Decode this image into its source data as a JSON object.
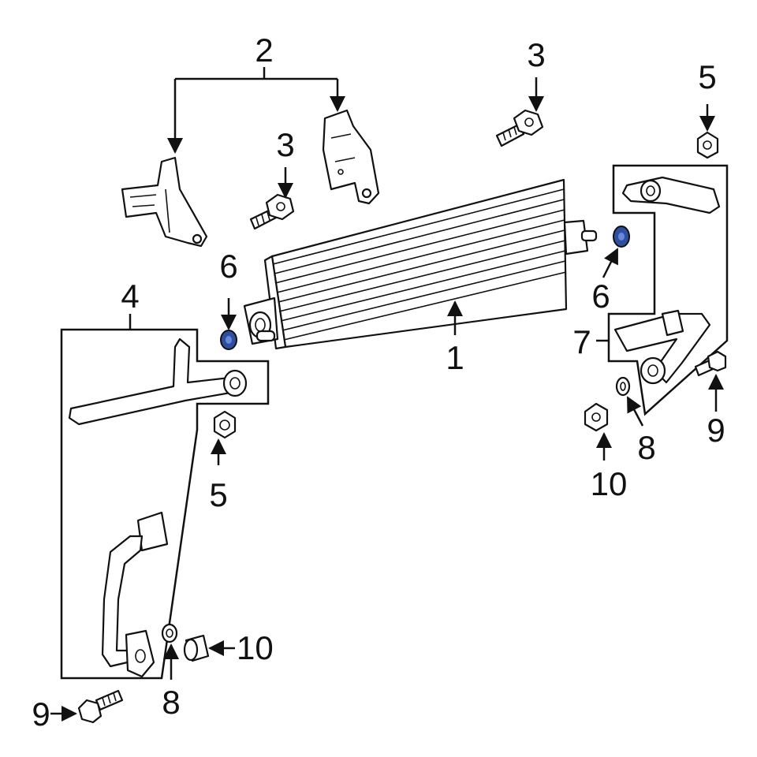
{
  "callouts": {
    "c1": "1",
    "c2": "2",
    "c3a": "3",
    "c3b": "3",
    "c4": "4",
    "c5a": "5",
    "c5b": "5",
    "c6a": "6",
    "c6b": "6",
    "c7": "7",
    "c8a": "8",
    "c8b": "8",
    "c9a": "9",
    "c9b": "9",
    "c10a": "10",
    "c10b": "10"
  },
  "colors": {
    "seal_fill": "#2e4fa0",
    "line": "#111111"
  },
  "icons": [
    "oil-cooler",
    "bracket",
    "bolt",
    "nut",
    "o-ring",
    "cooler-line",
    "washer"
  ]
}
